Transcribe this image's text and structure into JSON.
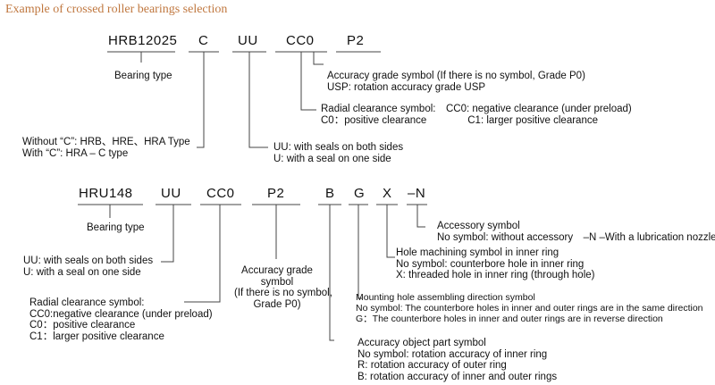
{
  "title": "Example of crossed roller bearings selection",
  "codes1": [
    "HRB12025",
    "C",
    "UU",
    "CC0",
    "P2"
  ],
  "codes2": [
    "HRU148",
    "UU",
    "CC0",
    "P2",
    "B",
    "G",
    "X",
    "–N"
  ],
  "d1": {
    "bearing_type": "Bearing type",
    "accuracy": [
      "Accuracy grade symbol (If there is no symbol, Grade P0)",
      "USP: rotation accuracy grade USP"
    ],
    "radial": [
      "Radial clearance symbol:　CC0: negative clearance (under preload)",
      "C0：positive clearance　　　　C1: larger positive clearance"
    ],
    "c_type": [
      "Without “C”: HRB、HRE、HRA Type",
      "With “C”: HRA – C type"
    ],
    "seals": [
      "UU: with seals on both sides",
      "U: with a seal on one side"
    ]
  },
  "d2": {
    "bearing_type": "Bearing type",
    "accessory": [
      "Accessory symbol",
      "No symbol: without accessory　–N –With a lubrication nozzle"
    ],
    "hole": [
      "Hole machining symbol in inner ring",
      "No symbol: counterbore hole in inner ring",
      "X: threaded hole in inner ring (through hole)"
    ],
    "seals": [
      "UU: with seals on both sides",
      "U: with a seal on one side"
    ],
    "accuracy": [
      "Accuracy grade",
      "symbol",
      "(If there is no symbol,",
      "Grade P0)"
    ],
    "mounting": [
      "Mounting hole assembling direction symbol",
      "No symbol: The counterbore holes in inner and outer rings are in the same direction",
      "G：The counterbore holes in inner and outer rings are in reverse direction"
    ],
    "radial": [
      "Radial clearance symbol:",
      "CC0:negative clearance (under preload)",
      "C0：positive clearance",
      "C1：larger positive clearance"
    ],
    "object": [
      "Accuracy object part symbol",
      "No symbol: rotation accuracy of inner ring",
      "R: rotation accuracy of outer ring",
      "B: rotation accuracy of inner and outer rings"
    ]
  },
  "colors": {
    "title": "#c07840",
    "line": "#444444",
    "text": "#111111"
  }
}
